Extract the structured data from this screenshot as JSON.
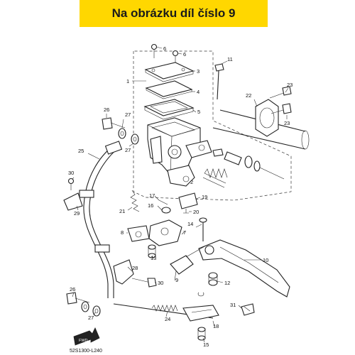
{
  "banner": {
    "text": "Na obrázku díl číslo 9",
    "color": "#ffd700"
  },
  "diagram": {
    "code": "52S1300-L240",
    "fwd_label": "FWD",
    "callouts": [
      "1",
      "2",
      "3",
      "4",
      "5",
      "6",
      "6",
      "7",
      "8",
      "9",
      "10",
      "11",
      "12",
      "13",
      "14",
      "15",
      "16",
      "17",
      "18",
      "19",
      "20",
      "21",
      "22",
      "23",
      "23",
      "24",
      "25",
      "26",
      "26",
      "27",
      "27",
      "27",
      "28",
      "29",
      "30",
      "30",
      "31"
    ]
  }
}
